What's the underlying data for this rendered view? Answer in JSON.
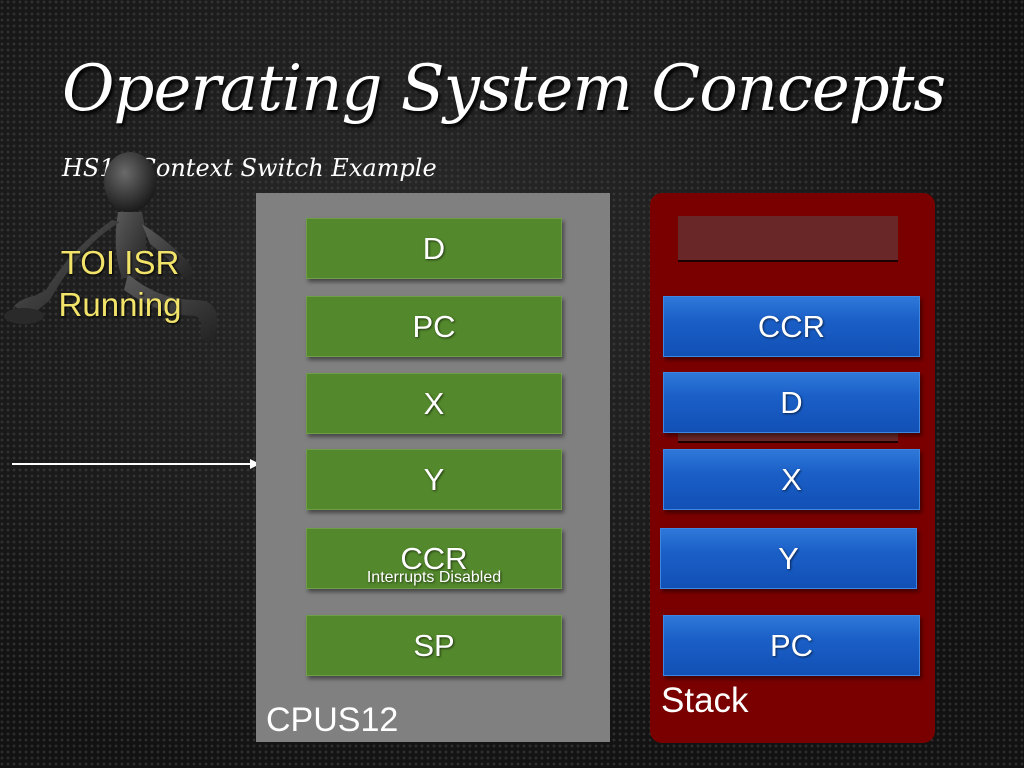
{
  "title": "Operating System Concepts",
  "subtitle": "HS12 Context Switch Example",
  "status": {
    "line1": "TOI ISR",
    "line2": "Running",
    "color": "#f2e36a"
  },
  "cpu": {
    "label": "CPUS12",
    "registers": [
      {
        "name": "D"
      },
      {
        "name": "PC"
      },
      {
        "name": "X"
      },
      {
        "name": "Y"
      },
      {
        "name": "CCR",
        "note": "Interrupts Disabled"
      },
      {
        "name": "SP"
      }
    ],
    "panel_color": "#808080",
    "register_color": "#53882c"
  },
  "stack": {
    "label": "Stack",
    "items": [
      "CCR",
      "D",
      "X",
      "Y",
      "PC"
    ],
    "panel_color": "#7a0000",
    "item_color": "#1a5fc7"
  },
  "icons": {
    "figure": "running-stick-figure-icon",
    "pointer": "stack-pointer-arrow-icon"
  }
}
